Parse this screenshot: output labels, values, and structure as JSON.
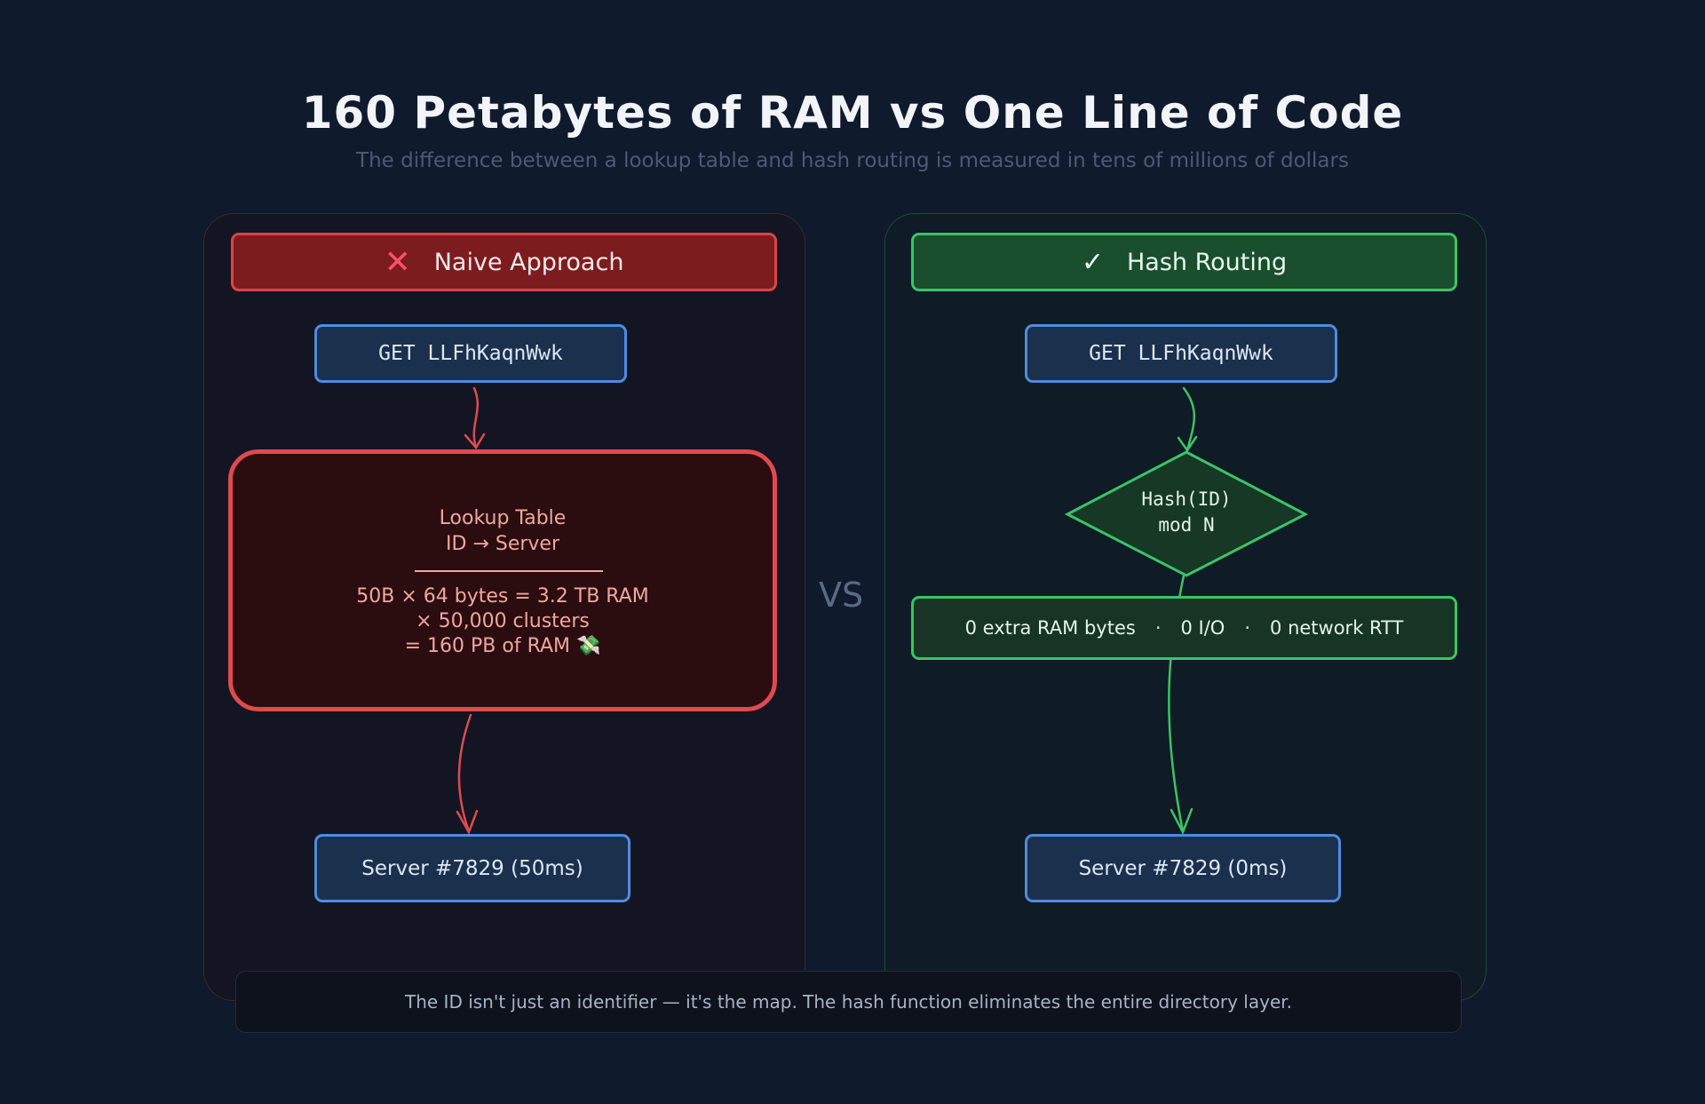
{
  "header": {
    "title": "160 Petabytes of RAM vs One Line of Code",
    "subtitle": "The difference between a lookup table and hash routing is measured in tens of millions of dollars"
  },
  "vs_label": "VS",
  "left": {
    "header_icon": "x-icon",
    "header_icon_glyph": "✕",
    "header_label": "Naive Approach",
    "request_label": "GET LLFhKaqnWwk",
    "lookup": {
      "title_line1": "Lookup Table",
      "title_line2": "ID → Server",
      "calc_line1": "50B × 64 bytes = 3.2 TB RAM",
      "calc_line2": "× 50,000 clusters",
      "calc_line3": "= 160 PB of RAM 💸"
    },
    "server_label": "Server #7829  (50ms)"
  },
  "right": {
    "header_icon": "check-icon",
    "header_icon_glyph": "✓",
    "header_label": "Hash Routing",
    "request_label": "GET LLFhKaqnWwk",
    "hash_line1": "Hash(ID)",
    "hash_line2": "mod N",
    "stats": [
      "0 extra RAM bytes",
      "0 I/O",
      "0 network RTT"
    ],
    "stats_separator": "·",
    "server_label": "Server #7829  (0ms)"
  },
  "footer_text": "The ID isn't just an identifier — it's the map. The hash function eliminates the entire directory layer.",
  "colors": {
    "background": "#101a2d",
    "bad_accent": "#e04a4f",
    "good_accent": "#3bc466",
    "node_border": "#4f8ce0"
  }
}
